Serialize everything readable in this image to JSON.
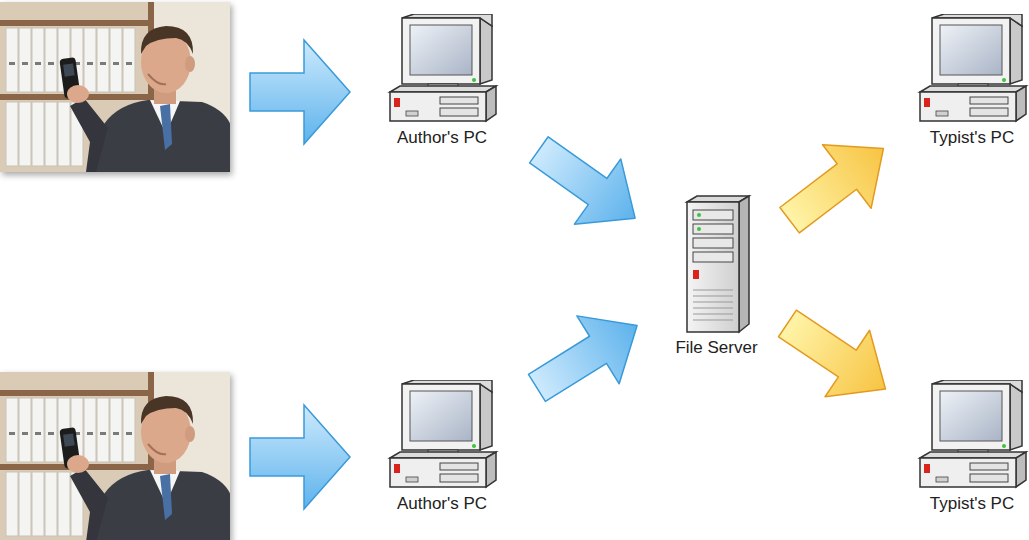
{
  "diagram": {
    "nodes": [
      {
        "text": [
          "Author's PC"
        ]
      },
      {
        "text": [
          "Author's PC"
        ]
      },
      {
        "text": [
          "File Server"
        ]
      },
      {
        "text": [
          "Typist's PC"
        ]
      },
      {
        "text": [
          "Typist's PC"
        ]
      }
    ],
    "edges": [
      {
        "from": 0,
        "to": 2,
        "arrow": "to"
      },
      {
        "from": 1,
        "to": 2,
        "arrow": "to"
      },
      {
        "from": 2,
        "to": 3,
        "arrow": "to"
      },
      {
        "from": 2,
        "to": 4,
        "arrow": "to"
      }
    ]
  }
}
